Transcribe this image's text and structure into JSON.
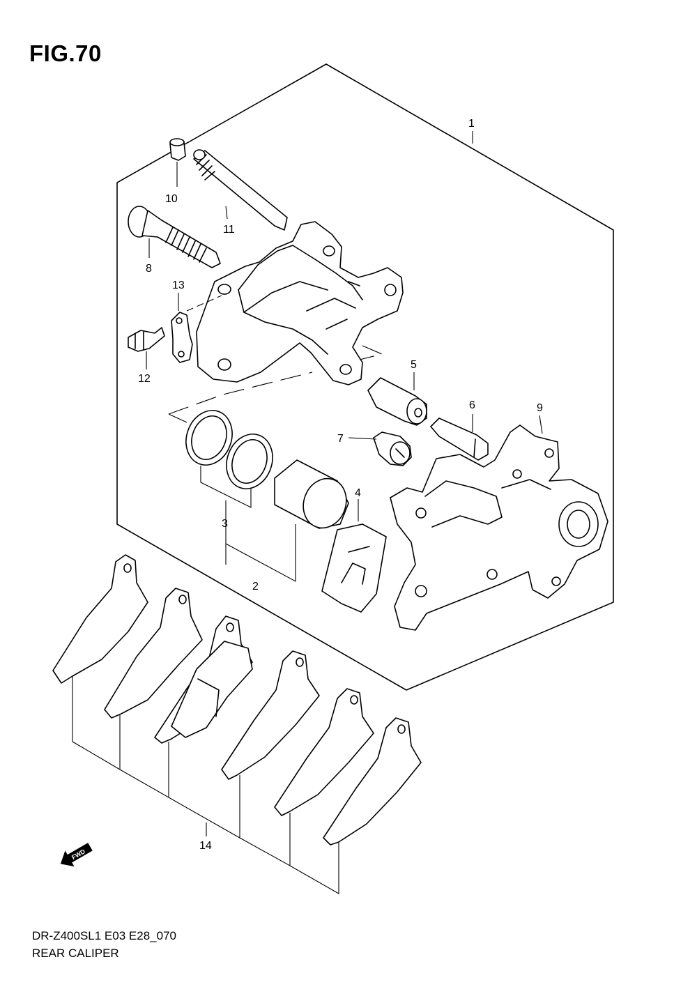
{
  "figure": {
    "title": "FIG.70"
  },
  "callouts": {
    "c1": "1",
    "c2": "2",
    "c3": "3",
    "c4": "4",
    "c5": "5",
    "c6": "6",
    "c7": "7",
    "c8": "8",
    "c9": "9",
    "c10": "10",
    "c11": "11",
    "c12": "12",
    "c13": "13",
    "c14": "14"
  },
  "direction_arrow": {
    "label": "FWD",
    "icon": "forward-arrow-icon"
  },
  "footer": {
    "code": "DR-Z400SL1  E03  E28_070",
    "name": "REAR CALIPER"
  }
}
